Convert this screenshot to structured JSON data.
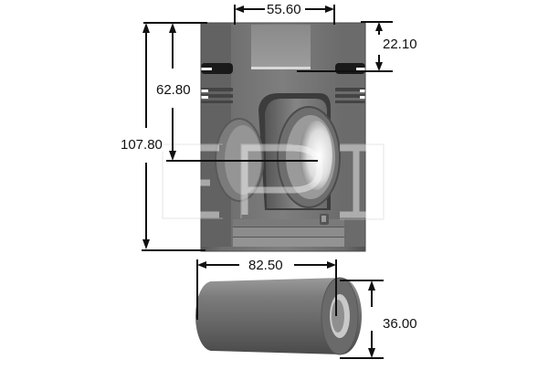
{
  "diagram": {
    "subject": "piston-with-pin",
    "parts": [
      "piston",
      "piston-pin"
    ],
    "watermark": "EPI",
    "colors": {
      "background": "#ffffff",
      "dimension_line": "#111111",
      "piston_body_dark": "#5e5e5e",
      "piston_body_mid": "#7a7a7a",
      "piston_body_light": "#9a9a9a",
      "ring_groove": "#1a1a1a",
      "pin_body": "#6f6f6f",
      "watermark": "#e6e6e6"
    }
  },
  "dimensions": {
    "bowl_diameter": {
      "label": "55.60",
      "orientation": "horizontal"
    },
    "top_land_height": {
      "label": "22.10",
      "orientation": "vertical"
    },
    "compression_height": {
      "label": "62.80",
      "orientation": "vertical"
    },
    "total_height": {
      "label": "107.80",
      "orientation": "vertical"
    },
    "pin_length": {
      "label": "82.50",
      "orientation": "horizontal"
    },
    "pin_diameter": {
      "label": "36.00",
      "orientation": "vertical"
    }
  }
}
